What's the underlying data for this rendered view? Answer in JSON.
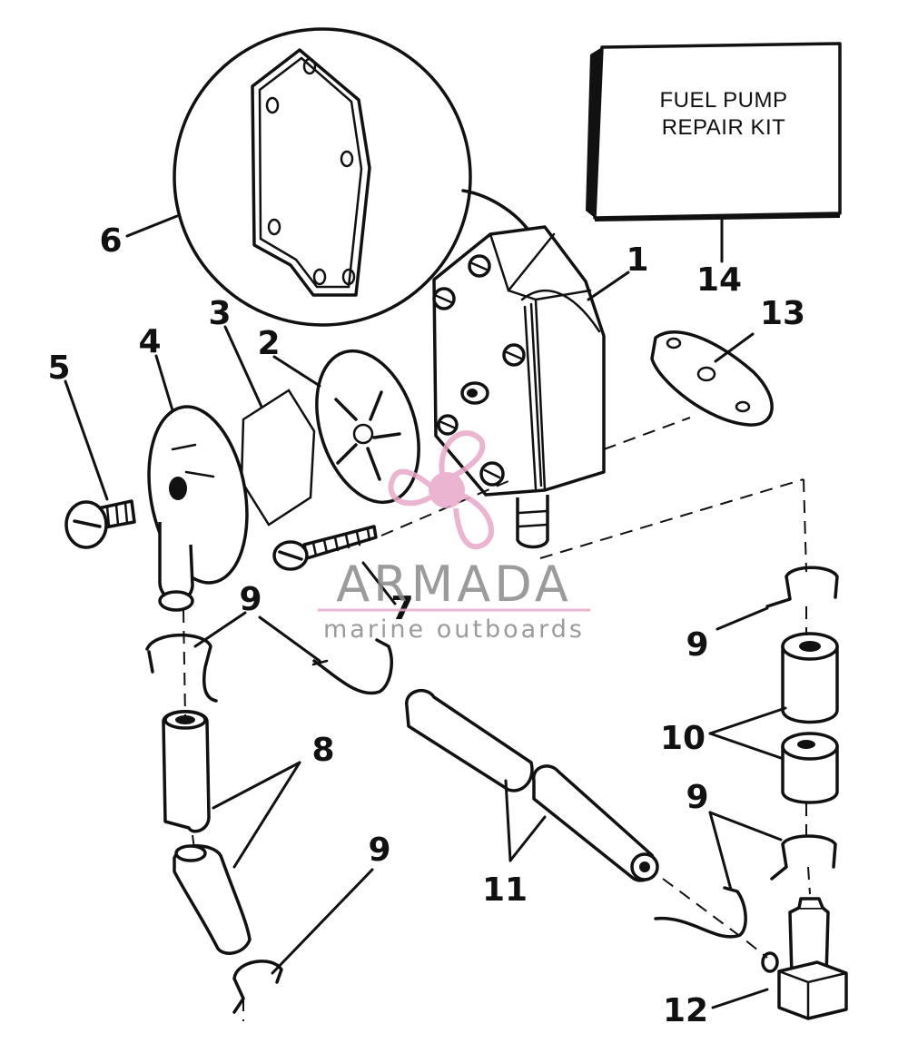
{
  "diagram": {
    "kit_box": {
      "line1": "FUEL PUMP",
      "line2": "REPAIR KIT"
    },
    "callouts": [
      "1",
      "2",
      "3",
      "4",
      "5",
      "6",
      "7",
      "8",
      "9",
      "9",
      "9",
      "9",
      "10",
      "11",
      "12",
      "13",
      "14"
    ]
  },
  "watermark": {
    "name": "ARMADA",
    "tagline": "marine outboards",
    "color_name": "#8a8a8a",
    "color_accent": "#e8a8c8"
  }
}
